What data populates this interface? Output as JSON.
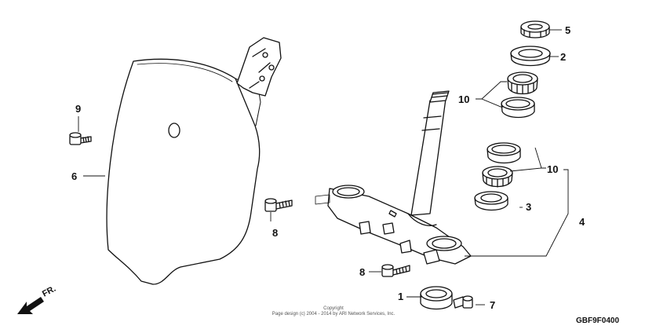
{
  "callouts": {
    "c1": "1",
    "c2": "2",
    "c3": "3",
    "c4": "4",
    "c5": "5",
    "c6": "6",
    "c7": "7",
    "c8a": "8",
    "c8b": "8",
    "c9": "9",
    "c10a": "10",
    "c10b": "10"
  },
  "direction_label": "FR.",
  "copyright": {
    "line1": "Copyright",
    "line2": "Page design (c) 2004 - 2014 by ARI Network Services, Inc."
  },
  "diagram_code": "GBF9F0400"
}
